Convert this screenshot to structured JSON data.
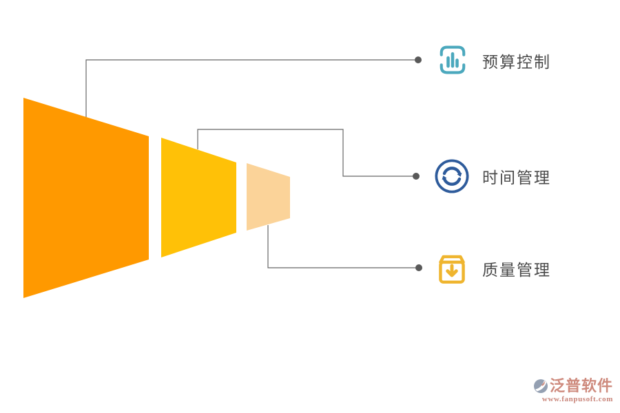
{
  "theme": {
    "css_vars": {
      "bg": "#ffffff",
      "funnel-1": "#FF9900",
      "funnel-2": "#FFC107",
      "funnel-3": "#FBD399",
      "connector": "#666666",
      "dot": "#595959",
      "label": "#4a4a4a",
      "icon-budget": "#4BA8BD",
      "icon-time": "#2E5B9B",
      "icon-quality": "#EFB52F",
      "brand": "#CE8A7D",
      "brand-url": "#C9857A",
      "brand-mark": "#94A0B2"
    }
  },
  "diagram": {
    "type": "funnel",
    "orientation": "left-to-right",
    "stage_count": 3,
    "stage_colors": [
      "#FF9900",
      "#FFC107",
      "#FBD399"
    ],
    "items": [
      {
        "label": "预算控制",
        "icon": "bar-chart-icon",
        "icon_color": "#4BA8BD"
      },
      {
        "label": "时间管理",
        "icon": "sync-icon",
        "icon_color": "#2E5B9B"
      },
      {
        "label": "质量管理",
        "icon": "box-arrow-icon",
        "icon_color": "#EFB52F"
      }
    ]
  },
  "watermark": {
    "brand": "泛普软件",
    "url": "www.fanpusoft.com"
  }
}
